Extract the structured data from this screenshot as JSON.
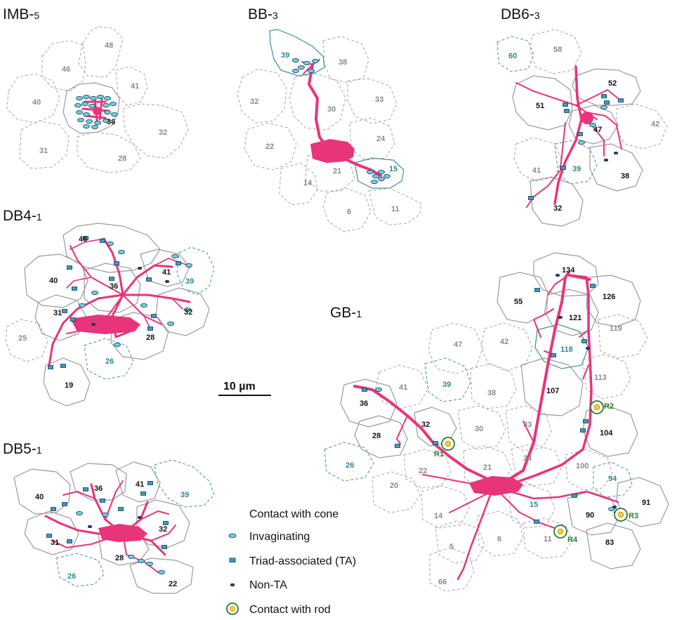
{
  "panels": {
    "imb": {
      "name": "IMB-",
      "sub": "5",
      "cells": [
        "48",
        "46",
        "41",
        "40",
        "36",
        "32",
        "31",
        "28"
      ]
    },
    "bb": {
      "name": "BB-",
      "sub": "3",
      "cells": [
        "39",
        "38",
        "32",
        "30",
        "33",
        "24",
        "22",
        "21",
        "15",
        "14",
        "6",
        "11"
      ]
    },
    "db6": {
      "name": "DB6-",
      "sub": "3",
      "cells": [
        "60",
        "58",
        "52",
        "51",
        "47",
        "42",
        "41",
        "39",
        "38",
        "32"
      ]
    },
    "db4": {
      "name": "DB4-",
      "sub": "1",
      "cells": [
        "46",
        "41",
        "39",
        "40",
        "36",
        "31",
        "32",
        "28",
        "25",
        "26",
        "19"
      ]
    },
    "db5": {
      "name": "DB5-",
      "sub": "1",
      "cells": [
        "40",
        "36",
        "41",
        "39",
        "32",
        "31",
        "28",
        "26",
        "22"
      ]
    },
    "gb": {
      "name": "GB-",
      "sub": "1",
      "cells": [
        "134",
        "126",
        "55",
        "121",
        "119",
        "42",
        "118",
        "47",
        "113",
        "41",
        "39",
        "38",
        "107",
        "36",
        "32",
        "30",
        "33",
        "28",
        "104",
        "26",
        "22",
        "21",
        "24",
        "100",
        "94",
        "20",
        "15",
        "14",
        "6",
        "11",
        "90",
        "91",
        "83",
        "5",
        "66"
      ],
      "rods": [
        "R1",
        "R2",
        "R3",
        "R4"
      ]
    }
  },
  "scale_bar": "10 µm",
  "legend": {
    "title": "Contact with cone",
    "invaginating": "Invaginating",
    "ta": "Triad-associated (TA)",
    "nonta": "Non-TA",
    "rod": "Contact with rod"
  },
  "colors": {
    "dendrite": "#e8347a",
    "invaginating": "#6fd0dc",
    "ta": "#3a9ec4",
    "nonta": "#333c74",
    "rod_ring": "#2c7a2c",
    "rod_fill": "#f2d22e",
    "teal_cell": "#3d8fa0"
  }
}
